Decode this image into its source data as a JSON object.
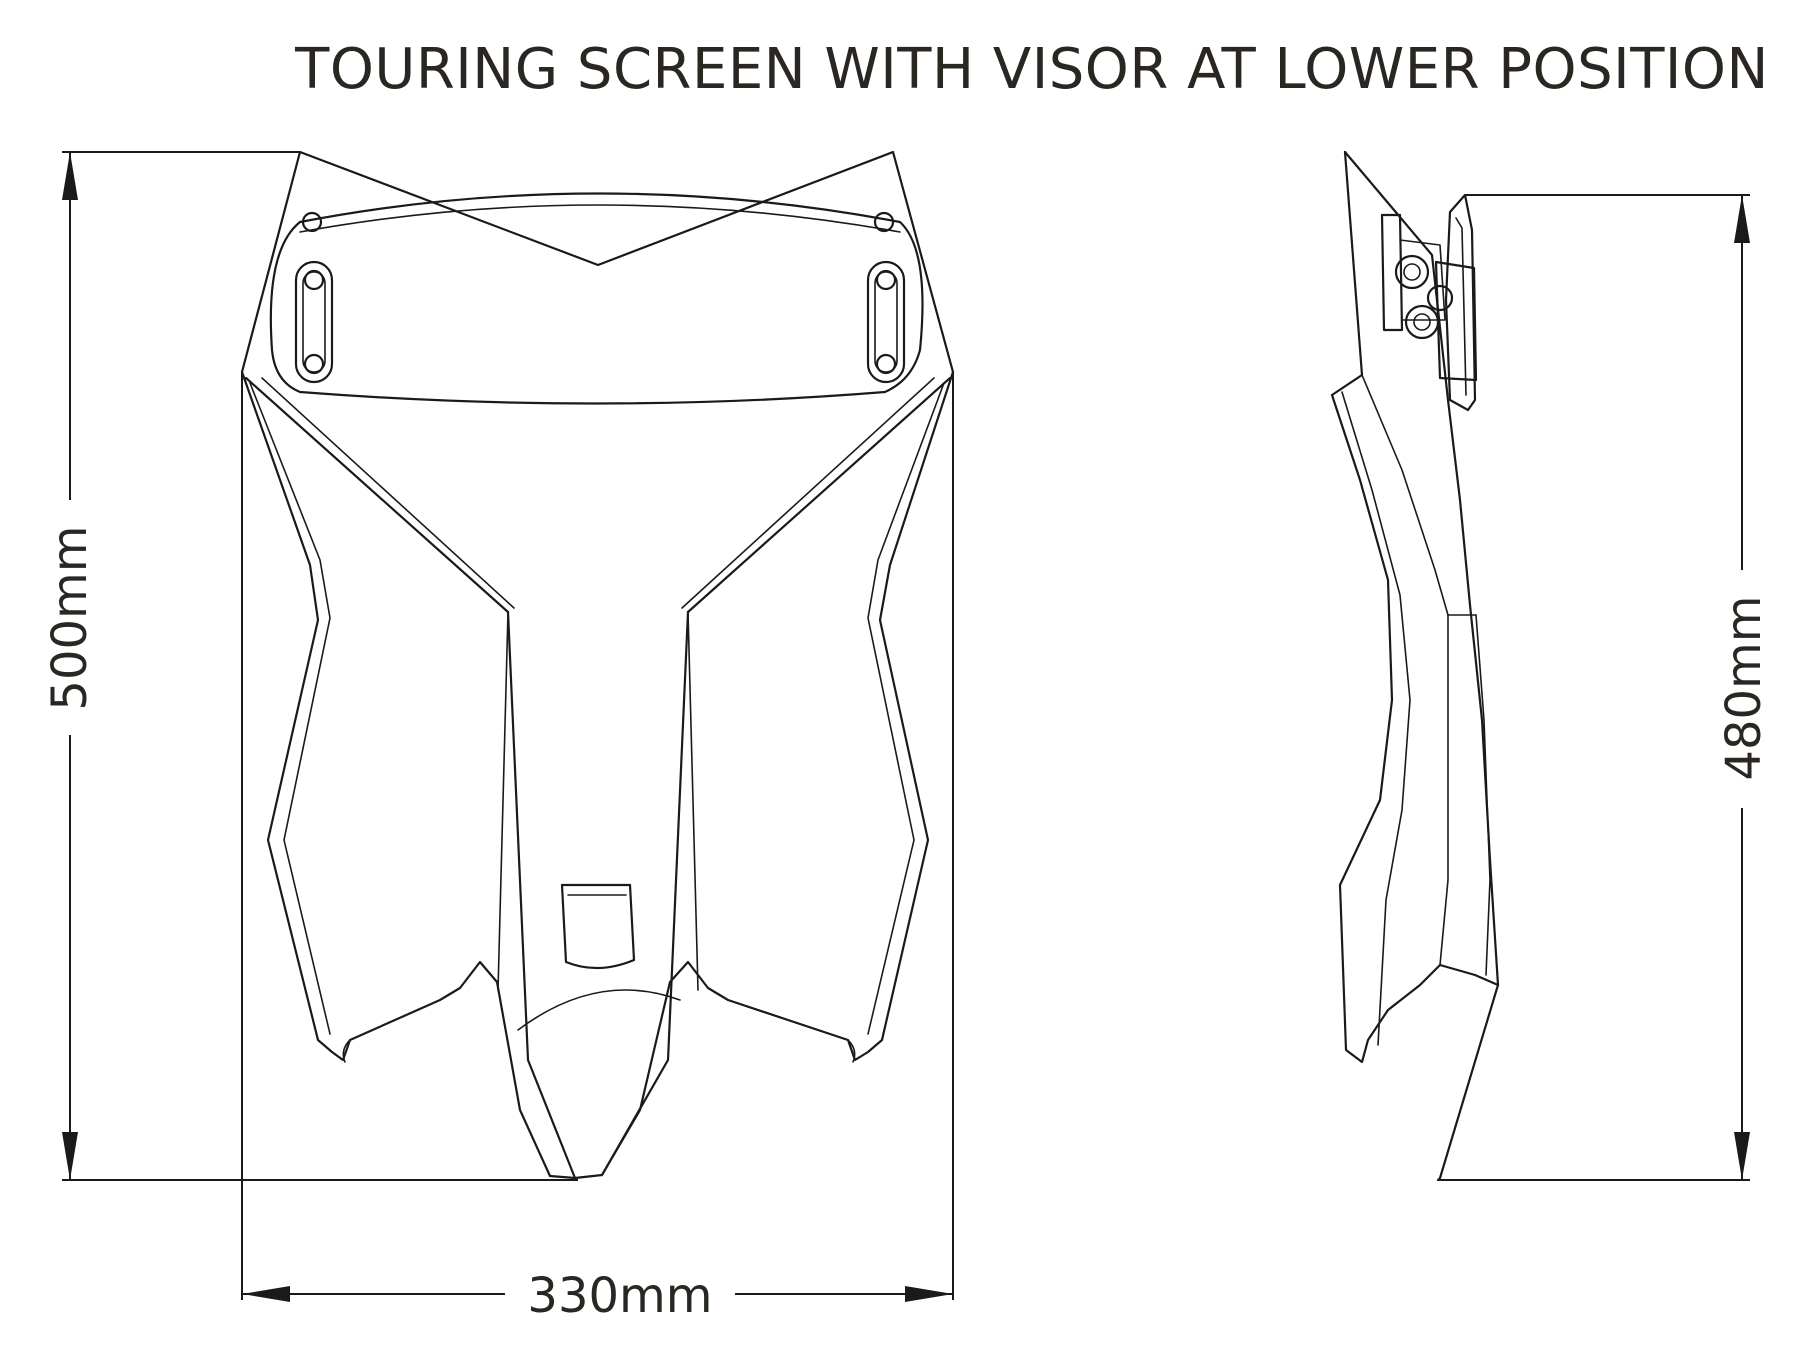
{
  "title": "TOURING SCREEN WITH VISOR AT LOWER POSITION",
  "dimensions": {
    "height_front": "500mm",
    "width_front": "330mm",
    "height_side": "480mm"
  },
  "colors": {
    "line": "#1a1a1a",
    "text": "#2a2622",
    "background": "#ffffff"
  }
}
